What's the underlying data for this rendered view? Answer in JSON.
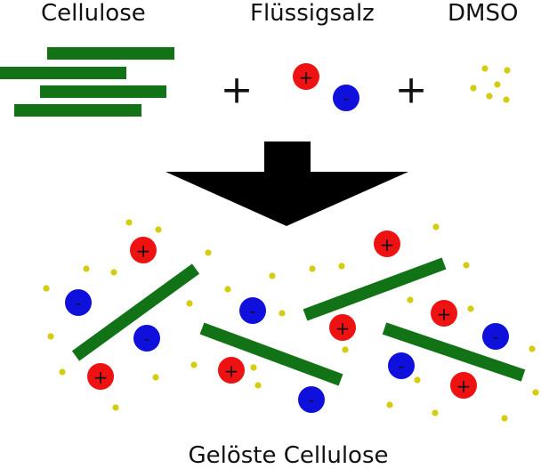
{
  "labels": {
    "cellulose": "Cellulose",
    "ionic_liquid": "Flüssigsalz",
    "dmso": "DMSO",
    "result": "Gelöste Cellulose"
  },
  "symbols": {
    "plus": "+",
    "cation": "+",
    "anion": "-"
  },
  "colors": {
    "fiber": "#117216",
    "cation": "#ee1212",
    "anion": "#1010dd",
    "dmso": "#d4cc11",
    "arrow": "#000000",
    "text": "#111111"
  }
}
